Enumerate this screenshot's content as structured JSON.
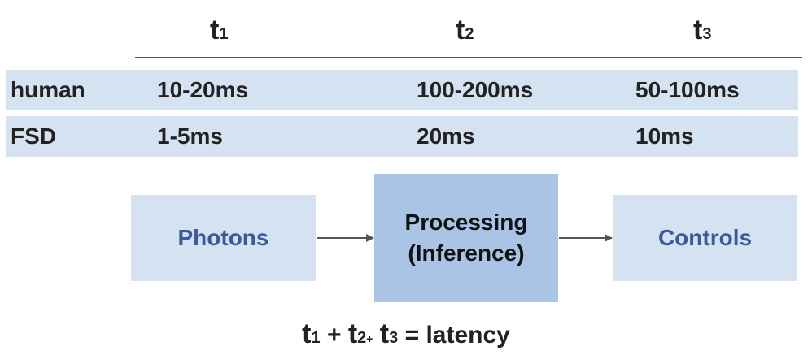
{
  "header": {
    "t1": {
      "var": "t",
      "sub": "1"
    },
    "t2": {
      "var": "t",
      "sub": "2"
    },
    "t3": {
      "var": "t",
      "sub": "3"
    }
  },
  "table": {
    "rows": [
      {
        "label": "human",
        "t1": "10-20ms",
        "t2": "100-200ms",
        "t3": "50-100ms"
      },
      {
        "label": "FSD",
        "t1": "1-5ms",
        "t2": "20ms",
        "t3": "10ms"
      }
    ]
  },
  "flow": {
    "photons": "Photons",
    "processing_line1": "Processing",
    "processing_line2": "(Inference)",
    "controls": "Controls"
  },
  "formula": {
    "t": "t",
    "sub1": "1",
    "sub2": "2",
    "sub3": "3",
    "plus": "+",
    "equals": "=",
    "result": "latency"
  },
  "colors": {
    "row_bg": "#d4e2f2",
    "box_light": "#d4e2f2",
    "box_dark": "#a9c4e4",
    "box_text": "#3c5a9a",
    "arrow": "#555555"
  }
}
